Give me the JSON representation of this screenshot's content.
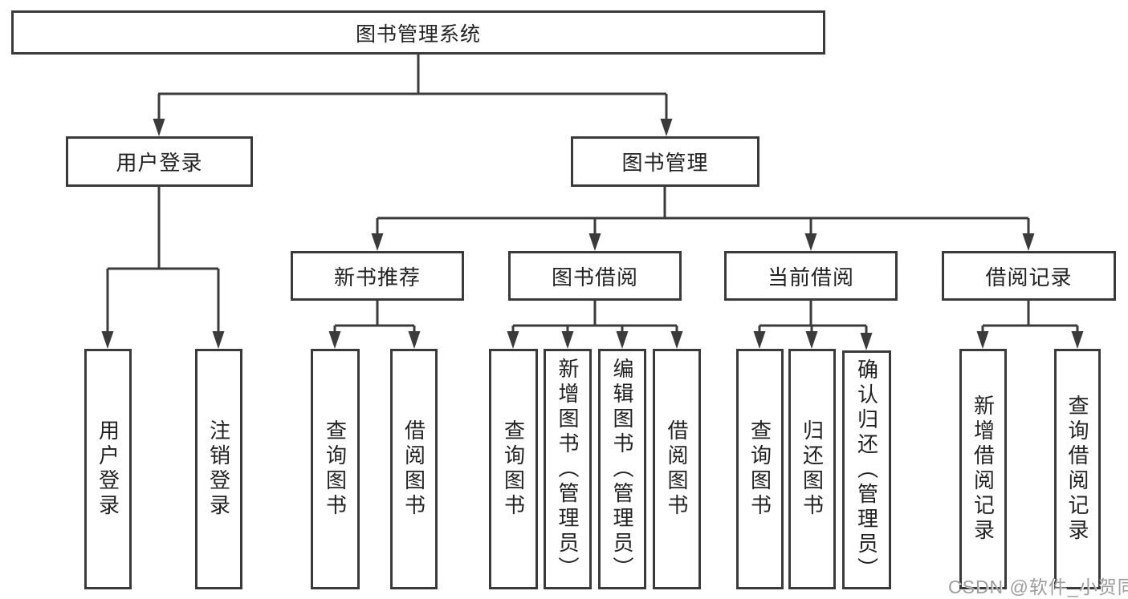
{
  "diagram": {
    "root": {
      "label": "图书管理系统"
    },
    "level2": [
      {
        "label": "用户登录"
      },
      {
        "label": "图书管理"
      }
    ],
    "level3": [
      {
        "label": "新书推荐"
      },
      {
        "label": "图书借阅"
      },
      {
        "label": "当前借阅"
      },
      {
        "label": "借阅记录"
      }
    ],
    "leaves": {
      "user_login": [
        "用户登录",
        "注销登录"
      ],
      "new_book": [
        "查询图书",
        "借阅图书"
      ],
      "book_borrow": [
        "查询图书",
        "新增图书（管理员）",
        "编辑图书（管理员）",
        "借阅图书"
      ],
      "current_borrow": [
        "查询图书",
        "归还图书",
        "确认归还（管理员）"
      ],
      "borrow_record": [
        "新增借阅记录",
        "查询借阅记录"
      ]
    }
  },
  "watermark": {
    "text": "CSDN @软件_小贺同学"
  },
  "colors": {
    "line": "#3b3b3b",
    "text": "#222222",
    "watermark": "#9d9d9d",
    "background": "#ffffff"
  }
}
